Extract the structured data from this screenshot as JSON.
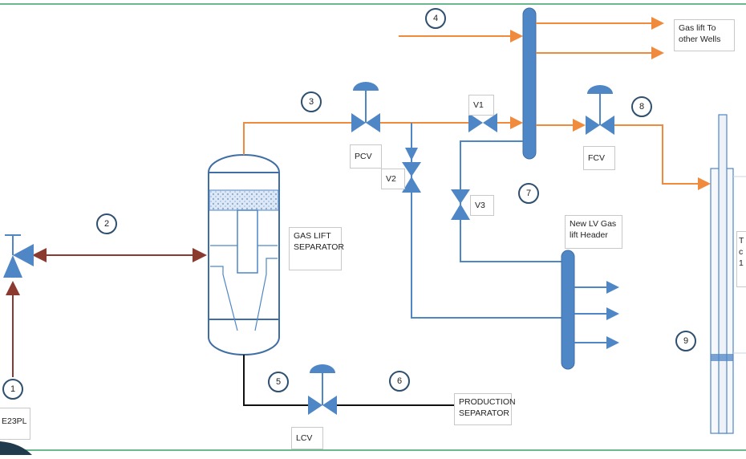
{
  "labels": {
    "gas_lift_separator_line1": "GAS LIFT",
    "gas_lift_separator_line2": "SEPARATOR",
    "pcv": "PCV",
    "fcv": "FCV",
    "lcv": "LCV",
    "v1": "V1",
    "v2": "V2",
    "v3": "V3",
    "new_lv_line1": "New LV Gas",
    "new_lv_line2": "lift Header",
    "gas_lift_other_line1": "Gas lift To",
    "gas_lift_other_line2": "other  Wells",
    "production_line1": "PRODUCTION",
    "production_line2": "SEPARATOR",
    "well_partial": "E23PL",
    "right_partial_1": "T",
    "right_partial_2": "c",
    "right_partial_3": "1"
  },
  "stream_numbers": [
    "1",
    "2",
    "3",
    "4",
    "5",
    "6",
    "7",
    "8",
    "9"
  ],
  "colors": {
    "gas_line": "#f08a3c",
    "lv_line": "#4f86c6",
    "well_line": "#8b3a2f",
    "liquid_line": "#111111",
    "equipment": "#4f86c6",
    "frame": "#3aa06a"
  }
}
